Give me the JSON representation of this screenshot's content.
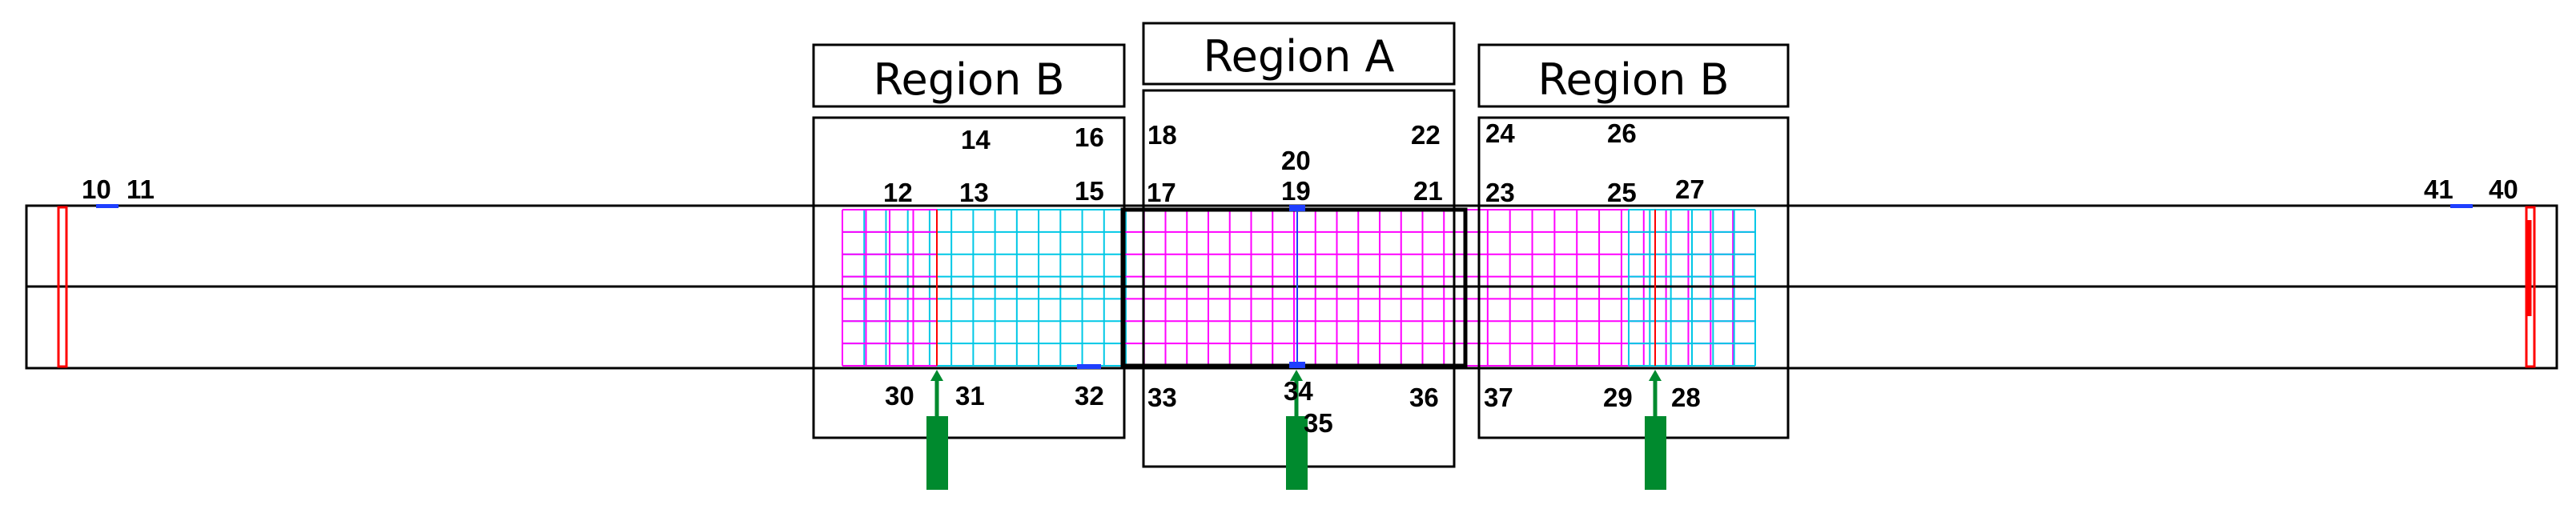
{
  "colors": {
    "outline": "#000000",
    "mesh_cyan": "#00c8e6",
    "mesh_magenta": "#ff00ff",
    "support_red": "#ff0000",
    "load_green": "#008a2e",
    "marker_blue": "#1f3fff"
  },
  "regions": {
    "left_label": "Region B",
    "center_label": "Region A",
    "right_label": "Region B"
  },
  "node_labels": {
    "n10": "10",
    "n11": "11",
    "n12": "12",
    "n13": "13",
    "n14": "14",
    "n15": "15",
    "n16": "16",
    "n17": "17",
    "n18": "18",
    "n19": "19",
    "n20": "20",
    "n21": "21",
    "n22": "22",
    "n23": "23",
    "n24": "24",
    "n25": "25",
    "n26": "26",
    "n27": "27",
    "n28": "28",
    "n29": "29",
    "n30": "30",
    "n31": "31",
    "n32": "32",
    "n33": "33",
    "n34": "34",
    "n35": "35",
    "n36": "36",
    "n37": "37",
    "n40": "40",
    "n41": "41"
  }
}
